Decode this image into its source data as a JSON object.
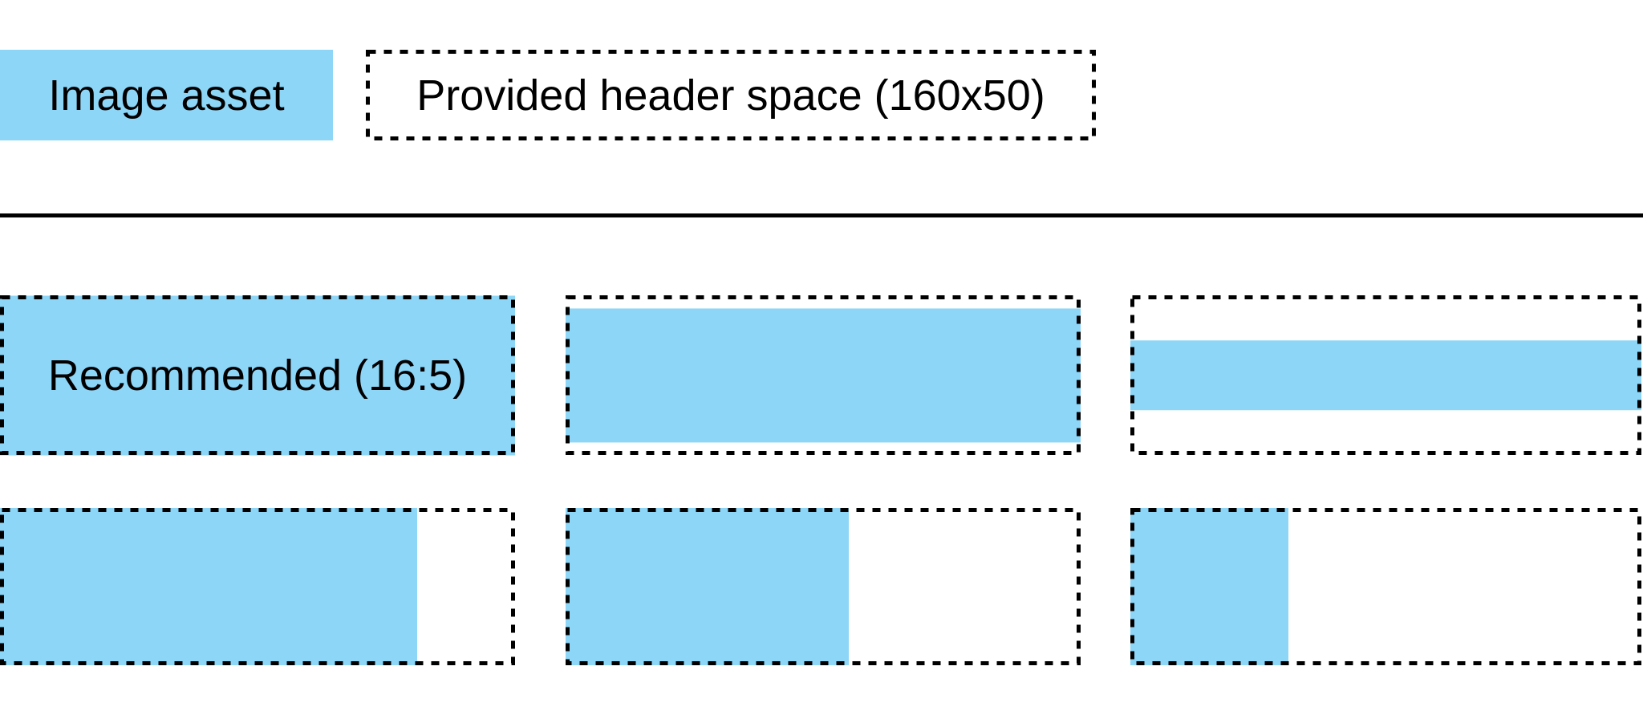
{
  "legend": {
    "image_asset_label": "Image asset",
    "header_space_label": "Provided header space (160x50)"
  },
  "colors": {
    "asset_blue": "#8ED6F7",
    "outline_black": "#000000"
  },
  "examples": {
    "recommended": {
      "label": "Recommended (16:5)",
      "fill_width_pct": 100,
      "fill_height_pct": 100
    },
    "fit_width_tall": {
      "fill_width_pct": 100,
      "fill_height_pct": 84
    },
    "fit_width_short": {
      "fill_width_pct": 100,
      "fill_height_pct": 44
    },
    "fit_height_wide": {
      "fill_width_pct": 81,
      "fill_height_pct": 100
    },
    "fit_height_medium": {
      "fill_width_pct": 55,
      "fill_height_pct": 100
    },
    "fit_height_narrow": {
      "fill_width_pct": 31,
      "fill_height_pct": 100
    }
  }
}
